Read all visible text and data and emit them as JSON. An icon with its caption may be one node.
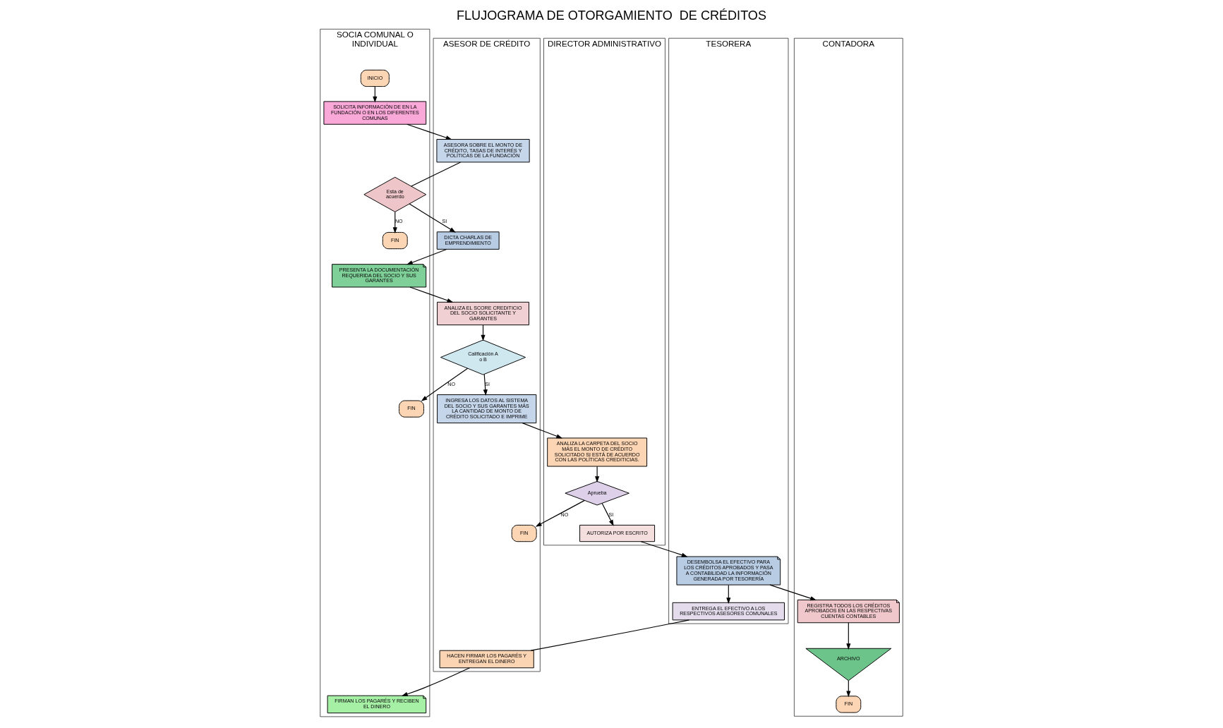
{
  "diagram": {
    "title": "FLUJOGRAMA DE OTORGAMIENTO  DE CRÉDITOS",
    "nodes": [
      {
        "text": [
          "SOCIA COMUNAL O INDIVIDUAL"
        ]
      },
      {
        "text": [
          "ASESOR DE CRÉDITO"
        ]
      },
      {
        "text": [
          "DIRECTOR ADMINISTRATIVO"
        ]
      },
      {
        "text": [
          "TESORERA"
        ]
      },
      {
        "text": [
          "CONTADORA"
        ]
      },
      {
        "text": [
          "INICIO"
        ],
        "in": 0
      },
      {
        "text": [
          "SOLICITA INFORMACIÓN DE EN LA FUNDACIÓN O EN LOS DIFERENTES COMUNAS"
        ],
        "in": 0
      },
      {
        "text": [
          "ASESORA SOBRE EL MONTO DE CRÉDITO, TASAS DE INTERÉS Y POLÍTICAS DE LA FUNDACIÓN"
        ],
        "in": 1
      },
      {
        "text": [
          "Esta de acuerdo"
        ],
        "in": 0
      },
      {
        "text": [
          "FIN"
        ],
        "in": 0
      },
      {
        "text": [
          "DICTA CHARLAS DE EMPRENDIMIENTO"
        ],
        "in": 1
      },
      {
        "text": [
          "PRESENTA LA DOCUMENTACIÓN REQUERIDA DEL SOCIO Y SUS GARANTES"
        ],
        "in": 0
      },
      {
        "text": [
          "ANALIZA EL SCORE CREDITICIO DEL SOCIO SOLICITANTE Y GARANTES"
        ],
        "in": 1
      },
      {
        "text": [
          "Calificación A o B"
        ],
        "in": 1
      },
      {
        "text": [
          "FIN"
        ],
        "in": 0
      },
      {
        "text": [
          "INGRESA LOS DATOS AL SISTEMA DEL SOCIO Y SUS GARANTES MÁS LA CANTIDAD DE MONTO DE CRÉDITO SOLICITADO E IMPRIME"
        ],
        "in": 1
      },
      {
        "text": [
          "ANALIZA LA CARPETA DEL SOCIO MÁS EL MONTO DE CRÉDITO SOLICITADO SI ESTÁ DE ACUERDO CON LAS POLÍTICAS CREDITICIAS."
        ],
        "in": 2
      },
      {
        "text": [
          "Aprueba"
        ],
        "in": 2
      },
      {
        "text": [
          "FIN"
        ],
        "in": 1
      },
      {
        "text": [
          "AUTORIZA POR ESCRITO"
        ],
        "in": 2
      },
      {
        "text": [
          "DESEMBOLSA EL EFECTIVO PARA LOS CRÉDITOS APROBADOS Y PASA A CONTABILIDAD LA INFORMACIÓN GENERADA POR TESORERÍA"
        ],
        "in": 3
      },
      {
        "text": [
          "REGISTRA TODOS LOS CRÉDITOS APROBADOS EN LAS RESPECTIVAS CUENTAS CONTABLES"
        ],
        "in": 4
      },
      {
        "text": [
          "ARCHIVO"
        ],
        "in": 4
      },
      {
        "text": [
          "FIN"
        ],
        "in": 4
      },
      {
        "text": [
          "ENTREGA EL EFECTIVO A LOS RESPECTIVOS ASESORES COMUNALES"
        ],
        "in": 3
      },
      {
        "text": [
          "HACEN FIRMAR LOS PAGARÉS Y ENTREGAN EL DINERO"
        ],
        "in": 1
      },
      {
        "text": [
          "FIRMAN LOS PAGARÉS Y RECIBEN EL DINERO"
        ],
        "in": 0
      }
    ],
    "edges": [
      {
        "from": 5,
        "to": 6,
        "arrow": "to"
      },
      {
        "from": 6,
        "to": 7,
        "arrow": "to"
      },
      {
        "from": 7,
        "to": 8,
        "arrow": "none"
      },
      {
        "from": 8,
        "to": 9,
        "arrow": "to",
        "label": "NO"
      },
      {
        "from": 8,
        "to": 10,
        "arrow": "to",
        "label": "SI"
      },
      {
        "from": 10,
        "to": 11,
        "arrow": "to"
      },
      {
        "from": 11,
        "to": 12,
        "arrow": "to"
      },
      {
        "from": 12,
        "to": 13,
        "arrow": "to"
      },
      {
        "from": 13,
        "to": 14,
        "arrow": "to",
        "label": "NO"
      },
      {
        "from": 13,
        "to": 15,
        "arrow": "to",
        "label": "SI"
      },
      {
        "from": 15,
        "to": 16,
        "arrow": "to"
      },
      {
        "from": 16,
        "to": 17,
        "arrow": "to"
      },
      {
        "from": 17,
        "to": 18,
        "arrow": "to",
        "label": "NO"
      },
      {
        "from": 17,
        "to": 19,
        "arrow": "to",
        "label": "SI"
      },
      {
        "from": 19,
        "to": 20,
        "arrow": "to"
      },
      {
        "from": 20,
        "to": 21,
        "arrow": "to"
      },
      {
        "from": 21,
        "to": 22,
        "arrow": "to"
      },
      {
        "from": 22,
        "to": 23,
        "arrow": "to"
      },
      {
        "from": 20,
        "to": 24,
        "arrow": "to"
      },
      {
        "from": 24,
        "to": 25,
        "arrow": "none"
      },
      {
        "from": 25,
        "to": 26,
        "arrow": "to"
      }
    ]
  }
}
